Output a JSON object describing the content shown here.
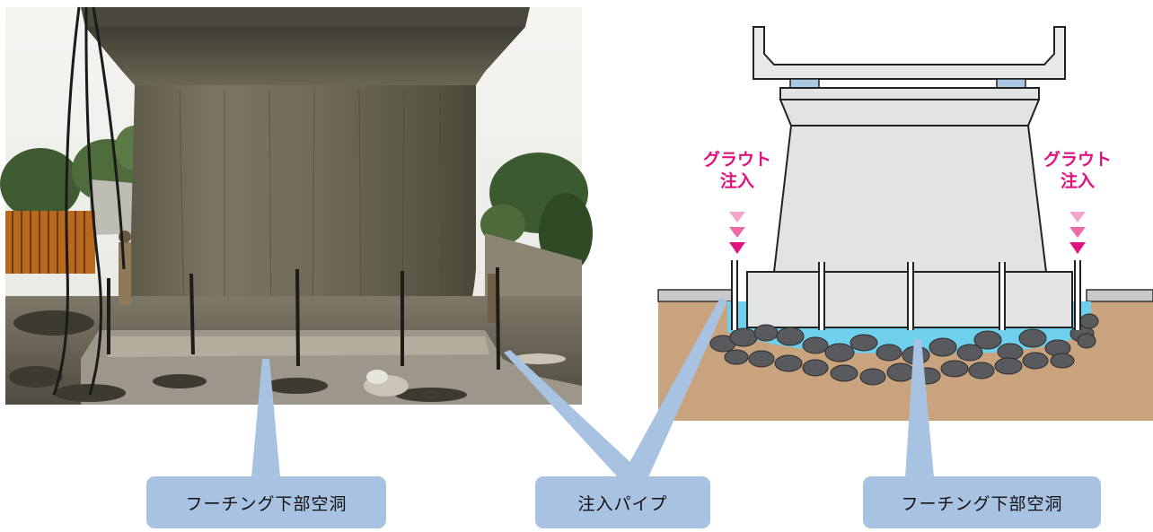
{
  "labels": {
    "grout_left_line1": "グラウト",
    "grout_left_line2": "注入",
    "grout_right_line1": "グラウト",
    "grout_right_line2": "注入",
    "callout_photo": "フーチング下部空洞",
    "callout_pipe": "注入パイプ",
    "callout_diagram": "フーチング下部空洞"
  },
  "colors": {
    "grout_text": "#e0137e",
    "arrow_light": "#f3a5c9",
    "arrow_mid": "#ec6aa6",
    "arrow_dark": "#e0137e",
    "callout_bg": "#a8c2e2",
    "concrete": "#e2e3e3",
    "soil": "#c9a27e",
    "void_water": "#6fd0ee",
    "stones": "#585a5d",
    "bearing_pads": "#a9c9e2"
  }
}
